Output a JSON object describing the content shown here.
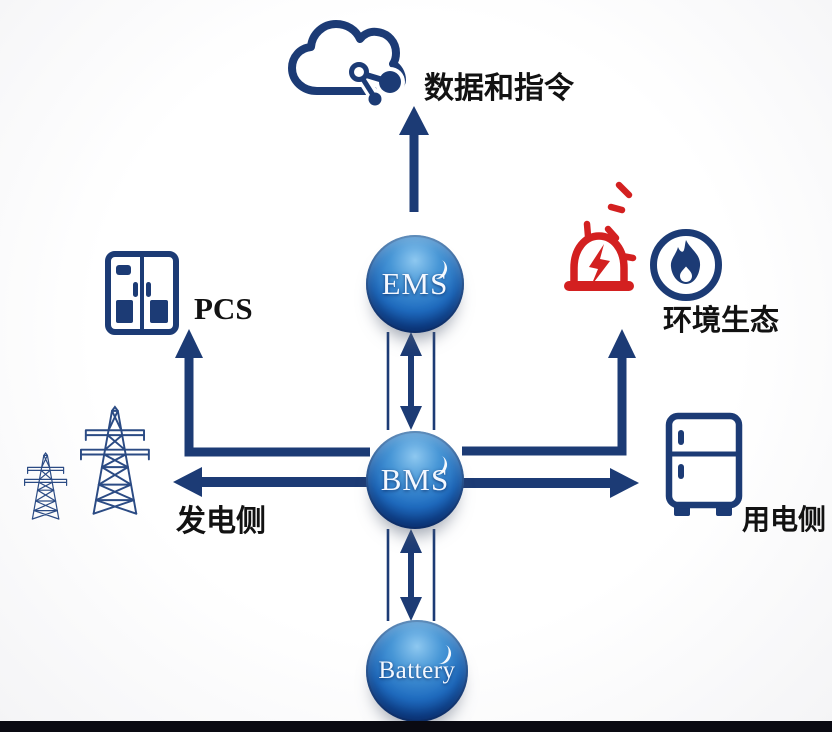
{
  "colors": {
    "navy": "#1c3b75",
    "tower_navy": "#2b4b84",
    "red": "#d32020",
    "sphere_core": "#2f7fd0",
    "bottom_bar": "#0a0a12",
    "label_text": "#121212"
  },
  "nodes": {
    "ems": {
      "label": "EMS"
    },
    "bms": {
      "label": "BMS"
    },
    "battery": {
      "label": "Battery"
    }
  },
  "labels": {
    "cloud_data": "数据和指令",
    "pcs": "PCS",
    "generation_side": "发电侧",
    "environment": "环境生态",
    "consumption_side": "用电侧"
  },
  "icons": {
    "cloud": "cloud-network-icon",
    "pcs_cabinet": "pcs-cabinet-icon",
    "towers": "transmission-towers-icon",
    "alarm": "alarm-siren-icon",
    "fire": "fire-circle-icon",
    "fridge": "refrigerator-icon"
  },
  "connections": [
    {
      "from": "EMS",
      "to": "cloud",
      "direction": "up",
      "style": "single-arrow"
    },
    {
      "from": "EMS",
      "to": "BMS",
      "direction": "both",
      "style": "double-arrow-with-rails"
    },
    {
      "from": "BMS",
      "to": "Battery",
      "direction": "both",
      "style": "double-arrow-with-rails"
    },
    {
      "from": "BMS",
      "to": "PCS",
      "direction": "up",
      "style": "elbow-arrow"
    },
    {
      "from": "BMS",
      "to": "generation-side",
      "direction": "left",
      "style": "single-arrow"
    },
    {
      "from": "BMS",
      "to": "environment",
      "direction": "up",
      "style": "elbow-arrow"
    },
    {
      "from": "BMS",
      "to": "consumption-side",
      "direction": "right",
      "style": "single-arrow"
    }
  ]
}
